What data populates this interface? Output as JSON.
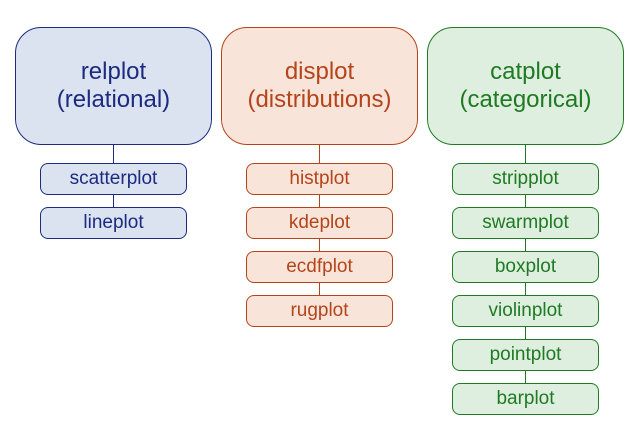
{
  "columns": [
    {
      "parent": {
        "name": "relplot",
        "subtitle": "(relational)"
      },
      "children": [
        "scatterplot",
        "lineplot"
      ],
      "colors": {
        "fill": "#dbe3f1",
        "border": "#1c2a80",
        "text": "#1c2a80"
      }
    },
    {
      "parent": {
        "name": "displot",
        "subtitle": "(distributions)"
      },
      "children": [
        "histplot",
        "kdeplot",
        "ecdfplot",
        "rugplot"
      ],
      "colors": {
        "fill": "#f9e4d9",
        "border": "#b4451b",
        "text": "#b4451b"
      }
    },
    {
      "parent": {
        "name": "catplot",
        "subtitle": "(categorical)"
      },
      "children": [
        "stripplot",
        "swarmplot",
        "boxplot",
        "violinplot",
        "pointplot",
        "barplot"
      ],
      "colors": {
        "fill": "#dfefdf",
        "border": "#1f7a24",
        "text": "#1f7a24"
      }
    }
  ]
}
